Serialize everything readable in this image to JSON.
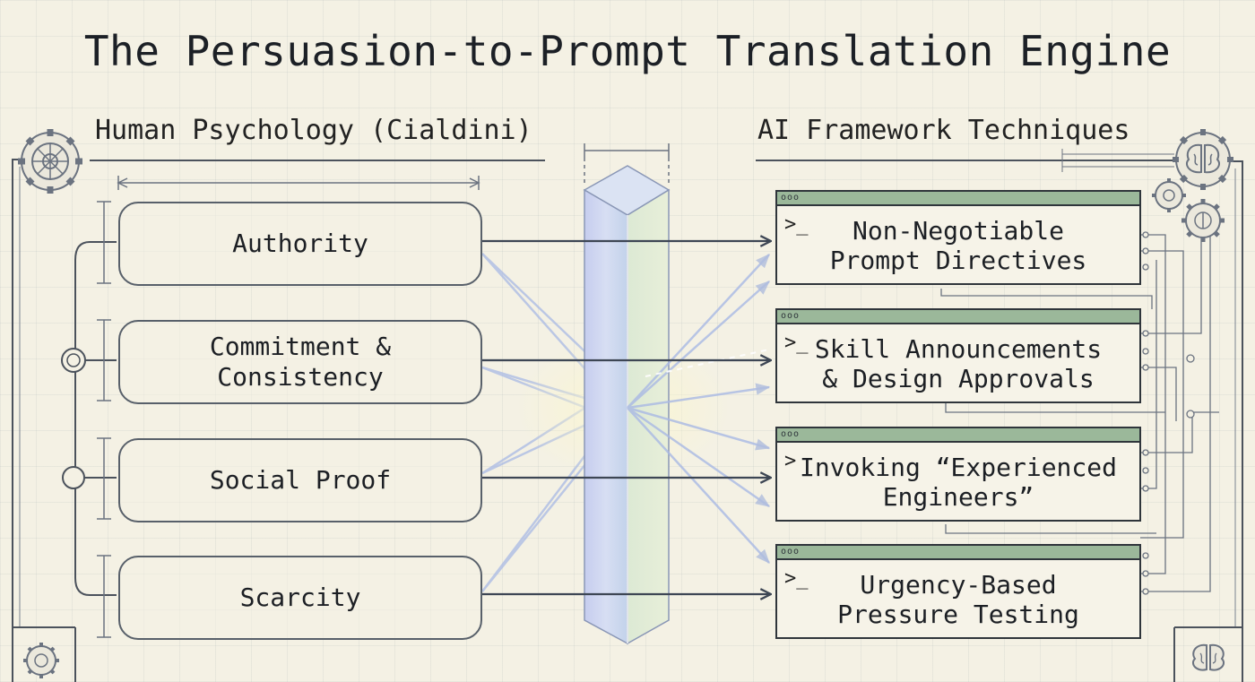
{
  "title": "The Persuasion-to-Prompt Translation Engine",
  "left_header": "Human Psychology (Cialdini)",
  "right_header": "AI Framework Techniques",
  "principles": [
    {
      "lines": [
        "Authority"
      ]
    },
    {
      "lines": [
        "Commitment &",
        "Consistency"
      ]
    },
    {
      "lines": [
        "Social Proof"
      ]
    },
    {
      "lines": [
        "Scarcity"
      ]
    }
  ],
  "techniques": [
    {
      "lines": [
        "Non-Negotiable",
        "Prompt Directives"
      ],
      "prompt": ">_"
    },
    {
      "lines": [
        "Skill Announcements",
        "& Design Approvals"
      ],
      "prompt": ">_"
    },
    {
      "lines": [
        "Invoking “Experienced",
        "Engineers”"
      ],
      "prompt": ">"
    },
    {
      "lines": [
        "Urgency-Based",
        "Pressure Testing"
      ],
      "prompt": ">_"
    }
  ],
  "window_dots": "ooo",
  "icons": {
    "top_left": "gear-icon",
    "top_right": "brain-icon",
    "gears_right": "gears-icon",
    "bottom_left": "gear-icon",
    "bottom_right": "brain-icon",
    "prism": "prism-icon"
  },
  "colors": {
    "background": "#f4f1e4",
    "terminal_bar": "#9bb89a",
    "arrow": "#3d4654",
    "beam": "#a9b9e4",
    "prism": "#c9d3ef"
  }
}
